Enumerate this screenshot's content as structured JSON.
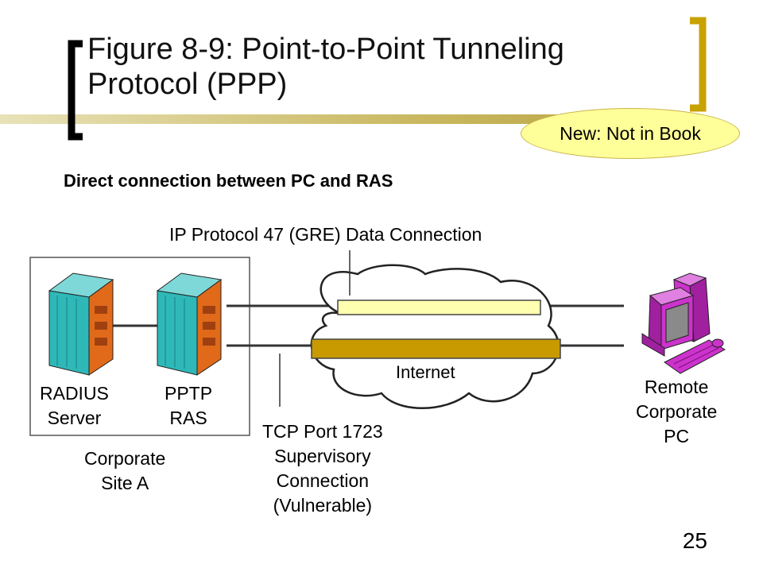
{
  "title": {
    "line1": "Figure 8-9: Point-to-Point Tunneling",
    "line2": "Protocol (PPP)"
  },
  "badge": "New: Not in Book",
  "subtitle": "Direct connection between PC and RAS",
  "labels": {
    "gre": "IP Protocol 47 (GRE) Data Connection",
    "internet": "Internet",
    "radius": [
      "RADIUS",
      "Server"
    ],
    "pptp": [
      "PPTP",
      "RAS"
    ],
    "site": [
      "Corporate",
      "Site A"
    ],
    "tcp": [
      "TCP Port 1723",
      "Supervisory",
      "Connection",
      "(Vulnerable)"
    ],
    "remote": [
      "Remote",
      "Corporate",
      "PC"
    ]
  },
  "colors": {
    "accent_gold": "#c8a200",
    "badge_fill": "#ffff99",
    "gre_tunnel": "#ffffb0",
    "tcp_tunnel": "#c89a00",
    "server_cyan": "#2fb8b8",
    "server_orange": "#e06a1a",
    "pc_magenta": "#cc33cc"
  },
  "page_number": "25"
}
